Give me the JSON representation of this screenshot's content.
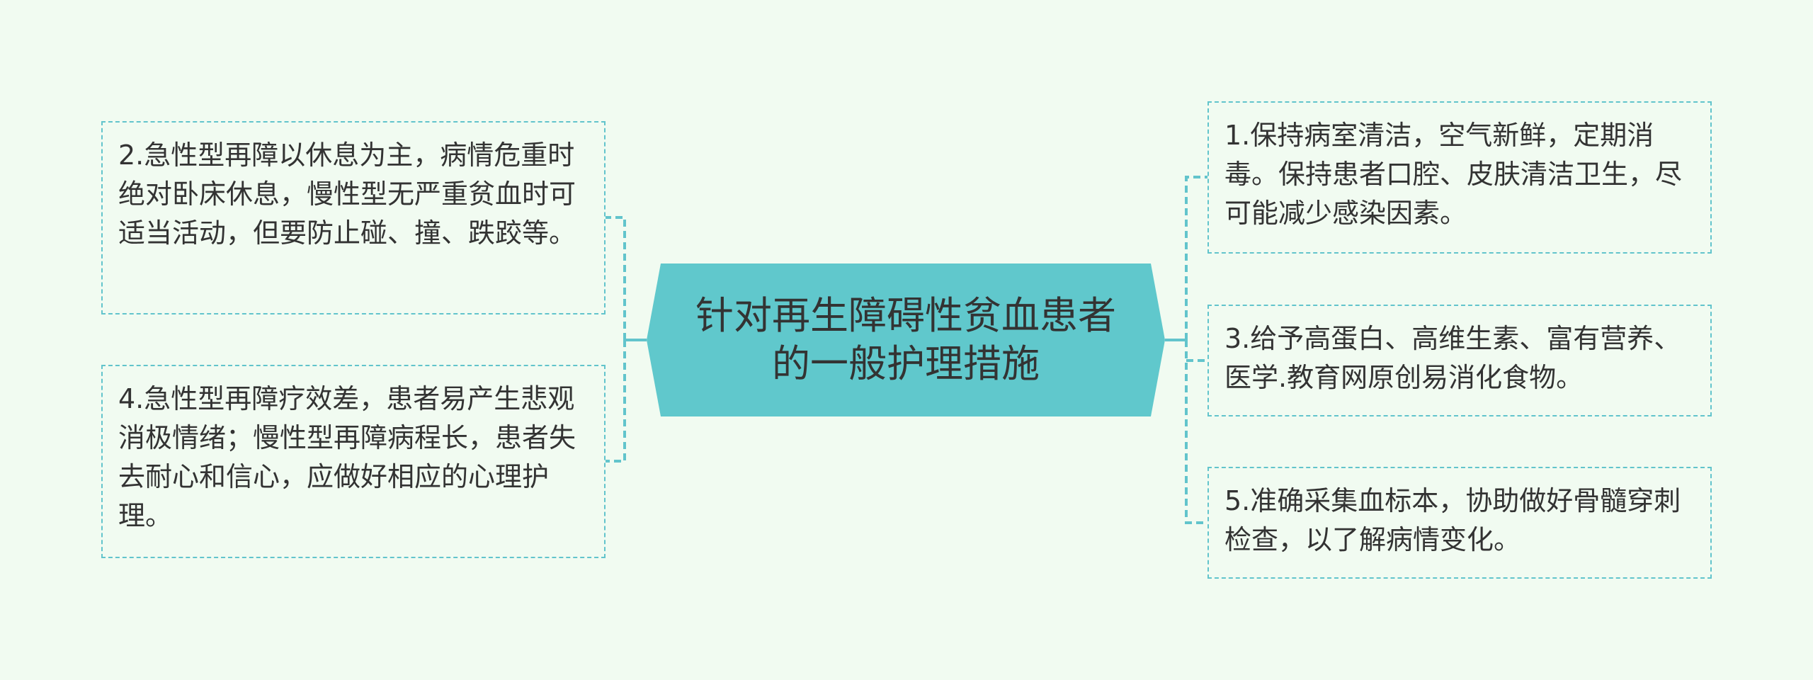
{
  "center": {
    "title": "针对再生障碍性贫血患者的一般护理措施",
    "fill": "#60c8cc"
  },
  "branches": {
    "n1": "1.保持病室清洁，空气新鲜，定期消毒。保持患者口腔、皮肤清洁卫生，尽可能减少感染因素。",
    "n2": "2.急性型再障以休息为主，病情危重时绝对卧床休息，慢性型无严重贫血时可适当活动，但要防止碰、撞、跌跤等。",
    "n3": "3.给予高蛋白、高维生素、富有营养、医学.教育网原创易消化食物。",
    "n4": "4.急性型再障疗效差，患者易产生悲观消极情绪；慢性型再障病程长，患者失去耐心和信心，应做好相应的心理护理。",
    "n5": "5.准确采集血标本，协助做好骨髓穿刺检查，以了解病情变化。"
  },
  "colors": {
    "background": "#f1fbf1",
    "connector": "#62c4cc",
    "text": "#333333"
  }
}
